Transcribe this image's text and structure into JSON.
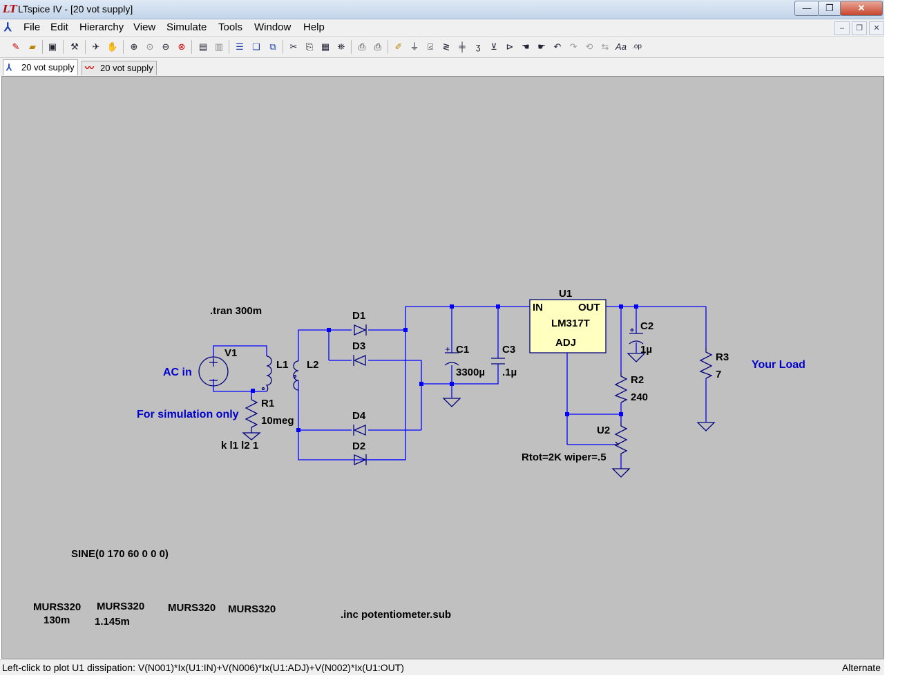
{
  "window": {
    "title": "LTspice IV - [20 vot supply]",
    "controls": {
      "minimize": "—",
      "restore": "❐",
      "close": "✕"
    }
  },
  "menu": {
    "items": [
      "File",
      "Edit",
      "Hierarchy",
      "View",
      "Simulate",
      "Tools",
      "Window",
      "Help"
    ],
    "mdi_controls": {
      "minimize": "–",
      "restore": "❐",
      "close": "✕"
    }
  },
  "tabs": [
    {
      "label": "20 vot supply",
      "icon": "schematic-icon",
      "active": true
    },
    {
      "label": "20 vot supply",
      "icon": "waveform-icon",
      "active": false
    }
  ],
  "toolbar": {
    "icons": [
      "new-schematic-icon",
      "open-icon",
      "save-icon",
      "control-panel-icon",
      "run-icon",
      "halt-icon",
      "zoom-in-icon",
      "zoom-pan-icon",
      "zoom-out-icon",
      "zoom-cancel-icon",
      "autorange-icon",
      "zoom-fit-icon",
      "tile-horizontal-icon",
      "cascade-icon",
      "close-all-icon",
      "cut-icon",
      "copy-icon",
      "paste-icon",
      "find-icon",
      "print-setup-icon",
      "print-icon",
      "wire-icon",
      "ground-icon",
      "label-net-icon",
      "resistor-icon",
      "capacitor-icon",
      "inductor-icon",
      "diode-icon",
      "component-icon",
      "move-icon",
      "drag-icon",
      "undo-icon",
      "redo-icon",
      "rotate-icon",
      "mirror-icon",
      "text-icon",
      "spice-directive-icon"
    ]
  },
  "schematic": {
    "directives": {
      "tran": ".tran 300m",
      "sine": "SINE(0 170 60 0 0 0)",
      "include": ".inc potentiometer.sub",
      "coupling": "k l1 l2 1"
    },
    "comments": {
      "ac_in": "AC in",
      "sim_only": "For simulation only",
      "your_load": "Your Load"
    },
    "parts": {
      "V1": "V1",
      "L1": "L1",
      "L2": "L2",
      "R1": "R1",
      "R1_value": "10meg",
      "D1": "D1",
      "D2": "D2",
      "D3": "D3",
      "D4": "D4",
      "C1": "C1",
      "C1_value": "3300µ",
      "C3": "C3",
      "C3_value": ".1µ",
      "U1": "U1",
      "U1_model": "LM317T",
      "U1_in": "IN",
      "U1_out": "OUT",
      "U1_adj": "ADJ",
      "C2": "C2",
      "C2_value": "1µ",
      "R2": "R2",
      "R2_value": "240",
      "U2": "U2",
      "U2_params": "Rtot=2K wiper=.5",
      "R3": "R3",
      "R3_value": "7"
    },
    "diode_models": [
      {
        "model": "MURS320",
        "value": "130m"
      },
      {
        "model": "MURS320",
        "value": "1.145m"
      },
      {
        "model": "MURS320",
        "value": ""
      },
      {
        "model": "MURS320",
        "value": ""
      }
    ],
    "colors": {
      "wire": "#0000ff",
      "junction": "#0000ff",
      "component": "#000080",
      "text": "#000000",
      "comment": "#0000cc",
      "ic_fill": "#ffffc0",
      "background": "#c0c0c0"
    }
  },
  "status": {
    "text": "Left-click to plot U1 dissipation: V(N001)*Ix(U1:IN)+V(N006)*Ix(U1:ADJ)+V(N002)*Ix(U1:OUT)",
    "mode": "Alternate"
  }
}
